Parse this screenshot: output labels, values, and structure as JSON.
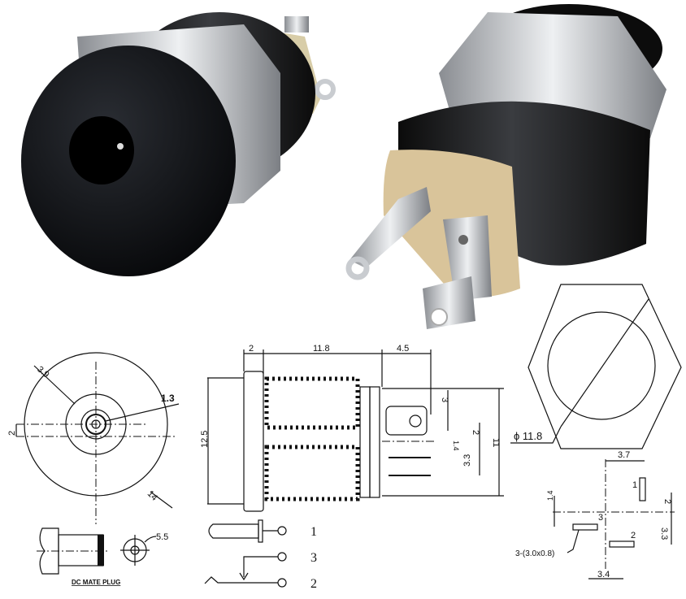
{
  "front_view": {
    "outer_diameter": "14",
    "inner_diameter": "3.9",
    "pin_diameter": "1.3",
    "offset": "2"
  },
  "mate_plug": {
    "diameter": "5.5",
    "caption": "DC MATE PLUG"
  },
  "side_view": {
    "flange": "2",
    "thread_length": "11.8",
    "terminal_length": "4.5",
    "height": "12.5",
    "body_height": "11",
    "tab_width": "3",
    "pin_spacing_a": "2",
    "pin_spacing_b": "3.3",
    "tab_offset": "1.4"
  },
  "hex_view": {
    "diameter": "ϕ 11.8"
  },
  "pinout": {
    "pin1": "1",
    "pin3": "3",
    "pin2": "2"
  },
  "footprint": {
    "width": "3.7",
    "spacing_a": "2",
    "spacing_b": "3.3",
    "offset": "1.4",
    "bottom": "3.4",
    "pad_size": "3-(3.0x0.8)",
    "pin1": "1",
    "pin2": "2",
    "pin3": "3"
  },
  "colors": {
    "body": "#141414",
    "metal": "#c9ccd0",
    "base": "#d9c49a"
  }
}
